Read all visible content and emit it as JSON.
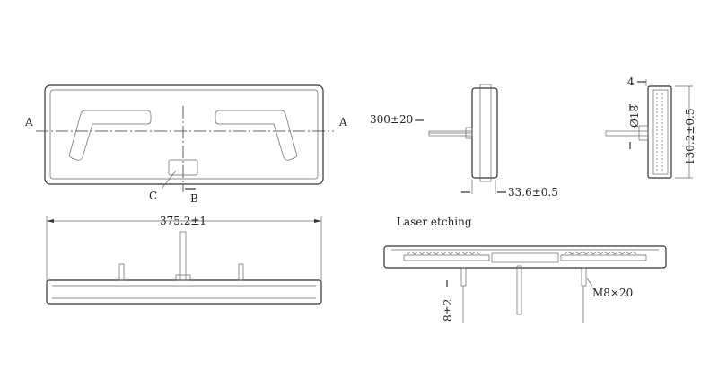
{
  "front_view": {
    "section_left": "A",
    "section_right": "A",
    "label_c": "C",
    "label_b": "B"
  },
  "dimensions": {
    "length": "375.2±1",
    "cable_length": "300±20",
    "depth": "33.6±0.5",
    "flange": "4",
    "diameter": "Ø18",
    "height": "130.2±0.5",
    "stud_protrusion": "8±2",
    "stud_thread": "M8×20"
  },
  "notes": {
    "laser": "Laser etching"
  },
  "colors": {
    "line": "#333333",
    "background": "#ffffff"
  }
}
